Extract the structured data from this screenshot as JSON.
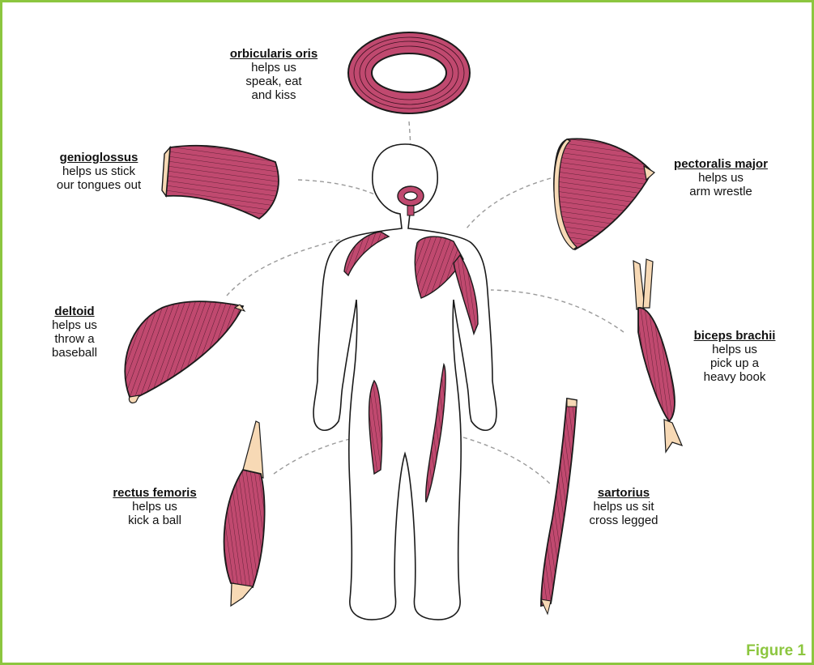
{
  "figure_label": "Figure 1",
  "colors": {
    "frame": "#8cc63f",
    "muscle": "#c0496f",
    "tendon": "#f7d9b5",
    "outline": "#1a1a1a",
    "leader_line": "#9a9a9a"
  },
  "labels": {
    "orbicularis_oris": {
      "name": "orbicularis oris",
      "desc": "helps us\nspeak, eat\nand kiss"
    },
    "genioglossus": {
      "name": "genioglossus",
      "desc": "helps us stick\nour tongues out"
    },
    "pectoralis_major": {
      "name": "pectoralis major",
      "desc": "helps us\narm wrestle"
    },
    "deltoid": {
      "name": "deltoid",
      "desc": "helps us\nthrow a\nbaseball"
    },
    "biceps_brachii": {
      "name": "biceps brachii",
      "desc": "helps us\npick up a\nheavy book"
    },
    "rectus_femoris": {
      "name": "rectus femoris",
      "desc": "helps us\nkick a ball"
    },
    "sartorius": {
      "name": "sartorius",
      "desc": "helps us sit\ncross legged"
    }
  }
}
